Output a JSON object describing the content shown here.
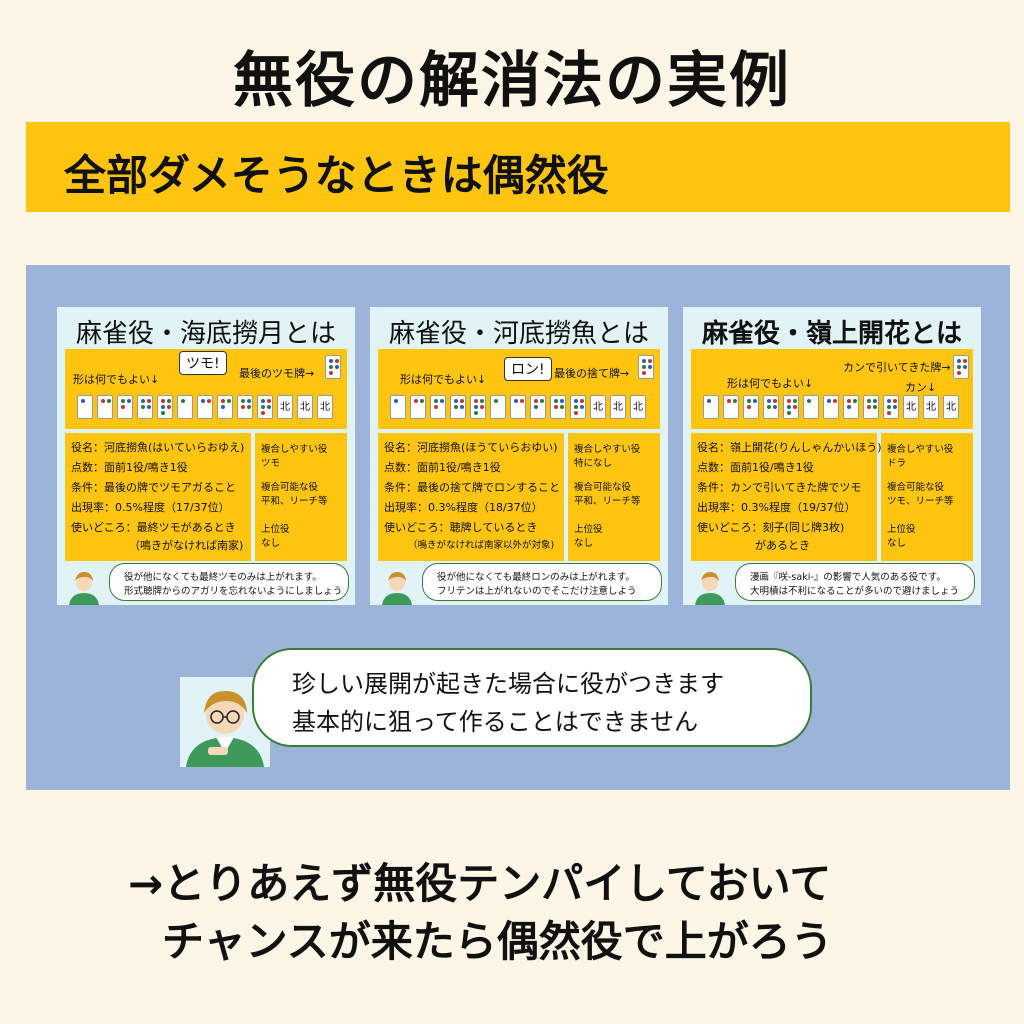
{
  "title": "無役の解消法の実例",
  "subtitle": "全部ダメそうなときは偶然役",
  "cards": [
    {
      "title": "麻雀役・海底撈月とは",
      "shape_label": "形は何でもよい↓",
      "call": "ツモ!",
      "last_label": "最後のツモ牌→",
      "info": [
        "役名：河底撈魚(はいていらおゆえ)",
        "点数：面前1役/鳴き1役",
        "条件：最後の牌でツモアガること",
        "出現率：0.5%程度（17/37位）",
        "使いどころ：最終ツモがあるとき",
        "（鳴きがなければ南家)"
      ],
      "side": [
        "複合しやすい役",
        "ツモ",
        "",
        "複合可能な役",
        "平和、リーチ等",
        "",
        "上位役",
        "なし"
      ],
      "bubble": [
        "役が他になくても最終ツモのみは上がれます。",
        "形式聴牌からのアガリを忘れないようにしましょう"
      ]
    },
    {
      "title": "麻雀役・河底撈魚とは",
      "shape_label": "形は何でもよい↓",
      "call": "ロン!",
      "last_label": "最後の捨て牌→",
      "info": [
        "役名：河底撈魚(ほうていらおゆい)",
        "点数：面前1役/鳴き1役",
        "条件：最後の捨て牌でロンすること",
        "出現率：0.3%程度（18/37位）",
        "使いどころ：聴牌しているとき",
        "（鳴きがなければ南家以外が対象)"
      ],
      "side": [
        "複合しやすい役",
        "特になし",
        "",
        "複合可能な役",
        "平和、リーチ等",
        "",
        "上位役",
        "なし"
      ],
      "bubble": [
        "役が他になくても最終ロンのみは上がれます。",
        "フリテンは上がれないのでそこだけ注意しよう"
      ]
    },
    {
      "title": "麻雀役・嶺上開花とは",
      "shape_label": "形は何でもよい↓",
      "call": "",
      "last_label": "カンで引いてきた牌→",
      "kan_label": "カン↓",
      "info": [
        "役名：嶺上開花(りんしゃんかいほう)",
        "点数：面前1役/鳴き1役",
        "条件：カンで引いてきた牌でツモ",
        "出現率：0.3%程度（19/37位）",
        "使いどころ：刻子(同じ牌3枚)",
        "があるとき"
      ],
      "side": [
        "複合しやすい役",
        "ドラ",
        "",
        "複合可能な役",
        "ツモ、リーチ等",
        "",
        "上位役",
        "なし"
      ],
      "bubble": [
        "漫画『咲-saki-』の影響で人気のある役です。",
        "大明槓は不利になることが多いので避けましょう"
      ]
    }
  ],
  "speech": [
    "珍しい展開が起きた場合に役がつきます",
    "基本的に狙って作ることはできません"
  ],
  "footer": [
    "→とりあえず無役テンパイしておいて",
    "チャンスが来たら偶然役で上がろう"
  ],
  "colors": {
    "background": "#fdf6e6",
    "accent": "#fdc50f",
    "panel": "#9cb4d8",
    "card": "#e1f3f6",
    "bubble_border": "#3b7a3b"
  },
  "tile_labels": [
    "北",
    "北",
    "北"
  ]
}
